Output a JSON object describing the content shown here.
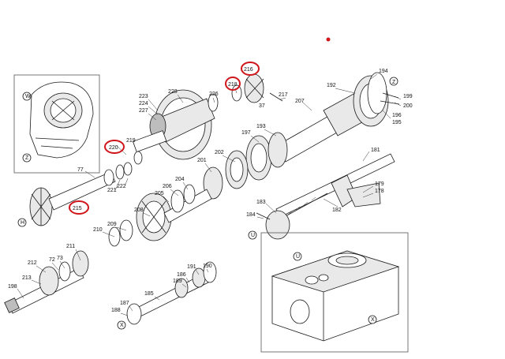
{
  "labels": {
    "l223": "223",
    "l224": "224",
    "l227": "227",
    "l228": "228",
    "l226": "226",
    "l218": "218",
    "l216": "216",
    "l217": "217",
    "l37": "37",
    "l207": "207",
    "l192": "192",
    "l194": "194",
    "l199": "199",
    "l200": "200",
    "l196": "196",
    "l195": "195",
    "l219": "219",
    "l220": "220",
    "l197": "197",
    "l193": "193",
    "l201": "201",
    "l202": "202",
    "l77": "77",
    "l222": "222",
    "l221": "221",
    "l215": "215",
    "l204": "204",
    "l206": "206",
    "l205": "205",
    "l208": "208",
    "l181": "181",
    "l179": "179",
    "l178": "178",
    "l182": "182",
    "l183": "183",
    "l184": "184",
    "l210": "210",
    "l209": "209",
    "l211": "211",
    "l212": "212",
    "l72": "72",
    "l73": "73",
    "l213": "213",
    "l198": "198",
    "l191": "191",
    "l190": "190",
    "l186": "186",
    "l189": "189",
    "l185": "185",
    "l187": "187",
    "l188": "188"
  },
  "callouts": {
    "W": "W",
    "Z": "Z",
    "H": "H",
    "U": "U",
    "X": "X"
  },
  "highlight_color": "#d0161b",
  "highlighted_parts": [
    "216",
    "218",
    "220",
    "215"
  ]
}
